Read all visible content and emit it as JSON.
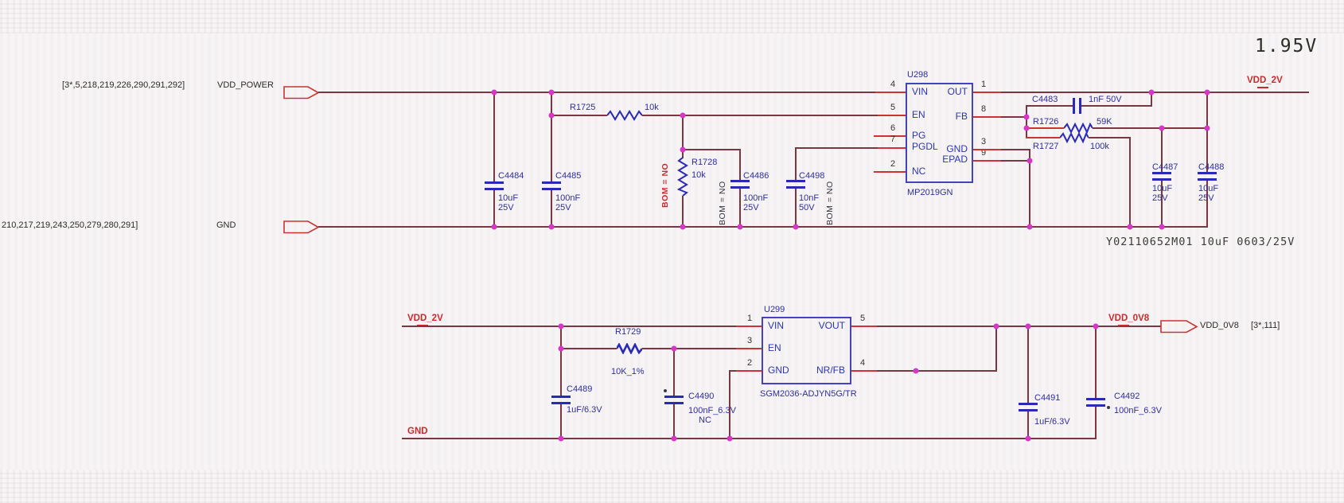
{
  "annotations": {
    "voltage": "1.95V",
    "bom_note": "Y02110652M01 10uF 0603/25V",
    "bom_no": "BOM = NO"
  },
  "ports": {
    "vdd_power": {
      "refs": "[3*,5,218,219,226,290,291,292]",
      "name": "VDD_POWER"
    },
    "gnd_top": {
      "refs": "210,217,219,243,250,279,280,291]",
      "name": "GND"
    },
    "vdd_0v8": {
      "name": "VDD_0V8",
      "refs": "[3*,111]"
    }
  },
  "nets": {
    "vdd_2v_top": "VDD_2V",
    "vdd_2v_bottom": "VDD_2V",
    "gnd_bottom": "GND",
    "vdd_0v8": "VDD_0V8"
  },
  "chips": {
    "u298": {
      "ref": "U298",
      "part": "MP2019GN",
      "left_pins": [
        {
          "num": "4",
          "name": "VIN"
        },
        {
          "num": "5",
          "name": "EN"
        },
        {
          "num": "6",
          "name": "PG"
        },
        {
          "num": "7",
          "name": "PGDL"
        },
        {
          "num": "2",
          "name": "NC"
        }
      ],
      "right_pins": [
        {
          "num": "1",
          "name": "OUT"
        },
        {
          "num": "8",
          "name": "FB"
        },
        {
          "num": "3",
          "name": "GND"
        },
        {
          "num": "9",
          "name": "EPAD"
        }
      ]
    },
    "u299": {
      "ref": "U299",
      "part": "SGM2036-ADJYN5G/TR",
      "left_pins": [
        {
          "num": "1",
          "name": "VIN"
        },
        {
          "num": "3",
          "name": "EN"
        },
        {
          "num": "2",
          "name": "GND"
        }
      ],
      "right_pins": [
        {
          "num": "5",
          "name": "VOUT"
        },
        {
          "num": "4",
          "name": "NR/FB"
        }
      ]
    }
  },
  "resistors": {
    "r1725": {
      "ref": "R1725",
      "value": "10k"
    },
    "r1726": {
      "ref": "R1726",
      "value": "59K"
    },
    "r1727": {
      "ref": "R1727",
      "value": "100k"
    },
    "r1728": {
      "ref": "R1728",
      "value": "10k"
    },
    "r1729": {
      "ref": "R1729",
      "value": "10K_1%"
    }
  },
  "capacitors": {
    "c4483": {
      "ref": "C4483",
      "value": "1nF 50V"
    },
    "c4484": {
      "ref": "C4484",
      "value": "10uF",
      "voltage": "25V"
    },
    "c4485": {
      "ref": "C4485",
      "value": "100nF",
      "voltage": "25V"
    },
    "c4486": {
      "ref": "C4486",
      "value": "100nF",
      "voltage": "25V"
    },
    "c4498": {
      "ref": "C4498",
      "value": "10nF",
      "voltage": "50V"
    },
    "c4487": {
      "ref": "C4487",
      "value": "10uF",
      "voltage": "25V"
    },
    "c4488": {
      "ref": "C4488",
      "value": "10uF",
      "voltage": "25V"
    },
    "c4489": {
      "ref": "C4489",
      "value": "1uF/6.3V"
    },
    "c4490": {
      "ref": "C4490",
      "value": "100nF_6.3V",
      "note": "NC"
    },
    "c4491": {
      "ref": "C4491",
      "value": "1uF/6.3V"
    },
    "c4492": {
      "ref": "C4492",
      "value": "100nF_6.3V"
    }
  },
  "colors": {
    "wire": "#7a3742",
    "pin_stub": "#cc3333",
    "component": "#2a2ab8",
    "junction": "#d836c6",
    "net_label": "#cc2a2a"
  }
}
